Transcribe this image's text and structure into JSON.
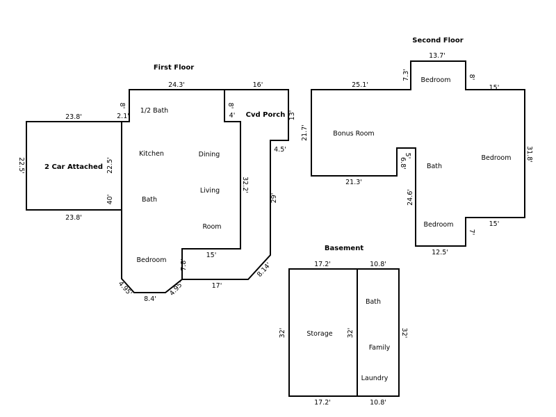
{
  "floors": {
    "first": {
      "title": "First Floor",
      "rooms": {
        "garage": "2 Car Attached",
        "half_bath": "1/2 Bath",
        "kitchen": "Kitchen",
        "dining": "Dining",
        "bath": "Bath",
        "living": "Living",
        "room": "Room",
        "bedroom": "Bedroom",
        "porch": "Cvd Porch"
      },
      "dims": {
        "garage_top": "23.8'",
        "garage_left": "22.5'",
        "garage_right": "22.5'",
        "garage_bottom": "23.8'",
        "top_main": "24.3'",
        "top_porch": "16'",
        "left_upper": "8'",
        "left_upper_small": "2.1'",
        "porch_step_v": "8'",
        "porch_step_h": "4'",
        "porch_right": "13'",
        "porch_inner": "4.5'",
        "interior_right": "32.2'",
        "left_lower": "40'",
        "outer_right": "29'",
        "living_bottom": "15'",
        "diagonal_right": "8.14'",
        "bedroom_step": "7.8'",
        "bottom_right": "17'",
        "diagonal_left": "4.95'",
        "bottom": "8.4'",
        "diagonal_mid": "4.95'"
      }
    },
    "second": {
      "title": "Second Floor",
      "rooms": {
        "bedroom_top": "Bedroom",
        "bonus": "Bonus Room",
        "bath": "Bath",
        "bedroom_right": "Bedroom",
        "bedroom_bottom": "Bedroom"
      },
      "dims": {
        "top_bedroom": "13.7'",
        "left_top_step": "7.3'",
        "right_top_step": "8'",
        "bonus_top": "25.1'",
        "right_top": "15'",
        "bonus_left": "21.7'",
        "bonus_bottom": "21.3'",
        "notch_left": "6.8'",
        "notch_top": "5'",
        "right": "31.8'",
        "bath_left": "24.6'",
        "right_bottom": "15'",
        "right_bottom_step": "7'",
        "bottom": "12.5'"
      }
    },
    "basement": {
      "title": "Basement",
      "rooms": {
        "storage": "Storage",
        "bath": "Bath",
        "family": "Family",
        "laundry": "Laundry"
      },
      "dims": {
        "top_left": "17.2'",
        "top_right": "10.8'",
        "left": "32'",
        "middle": "32'",
        "right": "32'",
        "bottom_left": "17.2'",
        "bottom_right": "10.8'"
      }
    }
  }
}
